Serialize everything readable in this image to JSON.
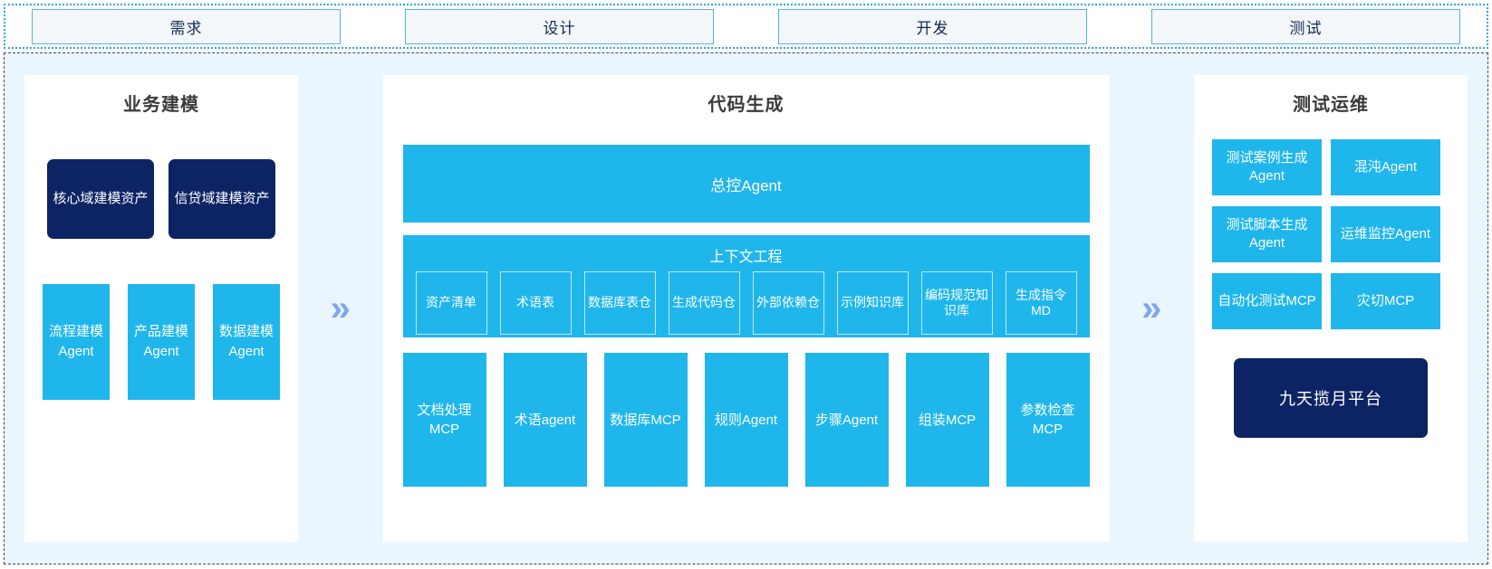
{
  "phases": {
    "items": [
      {
        "label": "需求"
      },
      {
        "label": "设计"
      },
      {
        "label": "开发"
      },
      {
        "label": "测试"
      }
    ]
  },
  "arrows": {
    "glyph": "»"
  },
  "colors": {
    "cyan": "#1fb6ec",
    "navy": "#0d2464",
    "panel_bg": "#eaf6fd",
    "card_bg": "#ffffff",
    "arrow": "#7ea6f0",
    "phase_border": "#53b4dd"
  },
  "panels": {
    "business_modeling": {
      "title": "业务建模",
      "assets": [
        {
          "label": "核心域建模资产"
        },
        {
          "label": "信贷域建模资产"
        }
      ],
      "agents": [
        {
          "label": "流程建模Agent"
        },
        {
          "label": "产品建模Agent"
        },
        {
          "label": "数据建模Agent"
        }
      ]
    },
    "code_generation": {
      "title": "代码生成",
      "master_agent": "总控Agent",
      "context": {
        "title": "上下文工程",
        "items": [
          {
            "label": "资产清单"
          },
          {
            "label": "术语表"
          },
          {
            "label": "数据库表仓"
          },
          {
            "label": "生成代码仓"
          },
          {
            "label": "外部依赖仓"
          },
          {
            "label": "示例知识库"
          },
          {
            "label": "编码规范知识库"
          },
          {
            "label": "生成指令MD"
          }
        ]
      },
      "tools": [
        {
          "label": "文档处理MCP",
          "wrap": true
        },
        {
          "label": "术语agent",
          "wrap": false
        },
        {
          "label": "数据库MCP",
          "wrap": true
        },
        {
          "label": "规则Agent",
          "wrap": false
        },
        {
          "label": "步骤Agent",
          "wrap": false
        },
        {
          "label": "组装MCP",
          "wrap": false
        },
        {
          "label": "参数检查MCP",
          "wrap": true
        }
      ]
    },
    "test_ops": {
      "title": "测试运维",
      "items": [
        {
          "label": "测试案例生成Agent"
        },
        {
          "label": "混沌Agent"
        },
        {
          "label": "测试脚本生成Agent"
        },
        {
          "label": "运维监控Agent"
        },
        {
          "label": "自动化测试MCP"
        },
        {
          "label": "灾切MCP"
        }
      ],
      "platform": "九天揽月平台"
    }
  }
}
